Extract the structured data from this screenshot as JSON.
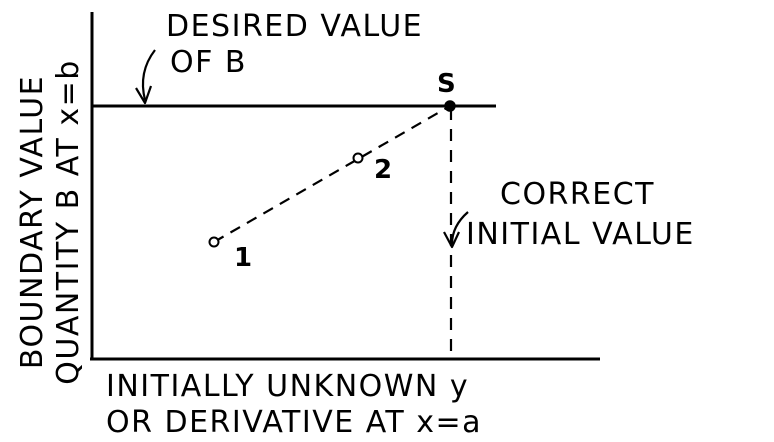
{
  "figure": {
    "annotations": {
      "desired_value_line1": "DESIRED VALUE",
      "desired_value_line2": "OF B",
      "correct_initial_line1": "CORRECT",
      "correct_initial_line2": "INITIAL VALUE"
    },
    "y_axis_label": {
      "line1": "BOUNDARY VALUE",
      "line2": "QUANTITY B AT x=b"
    },
    "x_axis_label": {
      "line1": "INITIALLY UNKNOWN y",
      "line2": "OR DERIVATIVE AT x=a"
    },
    "points": {
      "p1": "1",
      "p2": "2",
      "s": "S"
    },
    "colors": {
      "ink": "#000000",
      "background": "#ffffff"
    }
  }
}
